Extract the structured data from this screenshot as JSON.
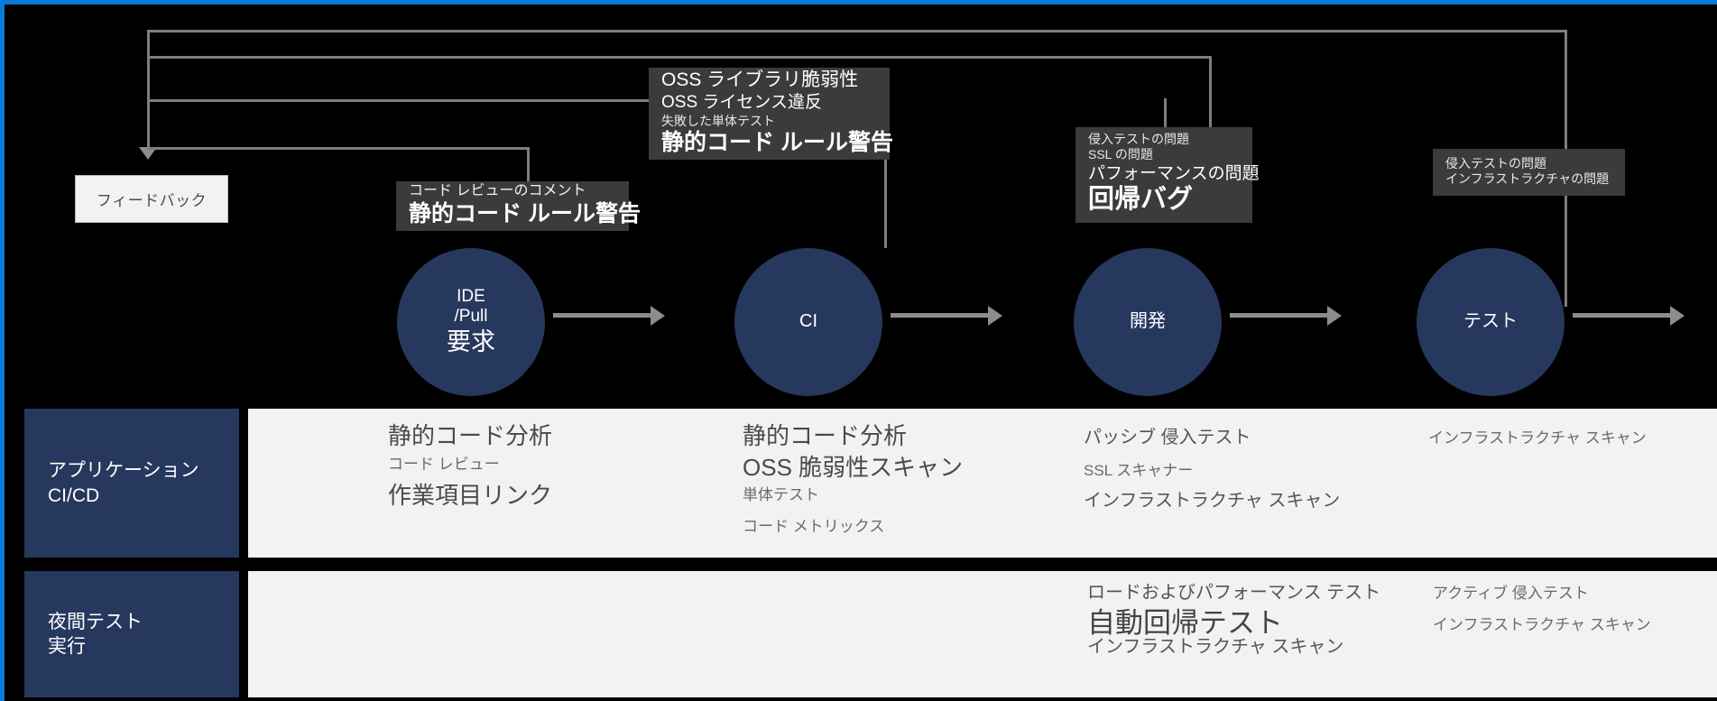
{
  "diagram": {
    "title": "DevSecOps pipeline feedback diagram",
    "colors": {
      "background": "#000000",
      "accent_border": "#0a7ad6",
      "circle_fill": "#27385e",
      "lane_label_fill": "#27385e",
      "lane_body_fill": "#f2f2f2",
      "tooltip_fill": "#3b3b3b",
      "connector": "#8c8c8c"
    }
  },
  "feedback": {
    "label": "フィードバック"
  },
  "tooltips": [
    {
      "id": "ide-pull-tooltip",
      "lines": [
        {
          "text": "コード レビューのコメント",
          "emphasis": "small"
        },
        {
          "text": "静的コード ルール警告",
          "emphasis": "large"
        }
      ]
    },
    {
      "id": "ci-tooltip",
      "lines": [
        {
          "text": "OSS ライブラリ脆弱性",
          "emphasis": "large"
        },
        {
          "text": "OSS ライセンス違反",
          "emphasis": "medium"
        },
        {
          "text": "失敗した単体テスト",
          "emphasis": "small"
        },
        {
          "text": "静的コード ルール警告",
          "emphasis": "large"
        }
      ]
    },
    {
      "id": "dev-tooltip",
      "lines": [
        {
          "text": "侵入テストの問題",
          "emphasis": "small"
        },
        {
          "text": "SSL の問題",
          "emphasis": "small"
        },
        {
          "text": "パフォーマンスの問題",
          "emphasis": "medium"
        },
        {
          "text": "回帰バグ",
          "emphasis": "xlarge"
        }
      ]
    },
    {
      "id": "test-tooltip",
      "lines": [
        {
          "text": "侵入テストの問題",
          "emphasis": "small"
        },
        {
          "text": "インフラストラクチャの問題",
          "emphasis": "small"
        }
      ]
    }
  ],
  "stages": [
    {
      "id": "ide-pull",
      "line1": "IDE",
      "line2": "/Pull",
      "line3": "要求"
    },
    {
      "id": "ci",
      "line1": "CI"
    },
    {
      "id": "dev",
      "line1": "開発"
    },
    {
      "id": "test",
      "line1": "テスト"
    }
  ],
  "lanes": [
    {
      "id": "application-cicd",
      "label_line1": "アプリケーション",
      "label_line2": "CI/CD",
      "columns": [
        {
          "id": "col-ide-pull",
          "items": [
            {
              "text": "静的コード分析",
              "emphasis": "large"
            },
            {
              "text": "コード レビュー",
              "emphasis": "small"
            },
            {
              "text": "作業項目リンク",
              "emphasis": "large"
            }
          ]
        },
        {
          "id": "col-ci",
          "items": [
            {
              "text": "静的コード分析",
              "emphasis": "large"
            },
            {
              "text": "OSS 脆弱性スキャン",
              "emphasis": "large"
            },
            {
              "text": "単体テスト",
              "emphasis": "small"
            },
            {
              "text": "コード メトリックス",
              "emphasis": "small"
            }
          ]
        },
        {
          "id": "col-dev",
          "items": [
            {
              "text": "パッシブ 侵入テスト",
              "emphasis": "medium"
            },
            {
              "text": "SSL スキャナー",
              "emphasis": "small"
            },
            {
              "text": "インフラストラクチャ スキャン",
              "emphasis": "medium"
            }
          ]
        },
        {
          "id": "col-test",
          "items": [
            {
              "text": "インフラストラクチャ スキャン",
              "emphasis": "small"
            }
          ]
        }
      ]
    },
    {
      "id": "nightly-test-run",
      "label_line1": "夜間テスト",
      "label_line2": "実行",
      "columns": [
        {
          "id": "col-ide-pull-2",
          "items": []
        },
        {
          "id": "col-ci-2",
          "items": []
        },
        {
          "id": "col-dev-2",
          "items": [
            {
              "text": "ロードおよびパフォーマンス テスト",
              "emphasis": "medium"
            },
            {
              "text": "自動回帰テスト",
              "emphasis": "xlarge"
            },
            {
              "text": "インフラストラクチャ スキャン",
              "emphasis": "medium"
            }
          ]
        },
        {
          "id": "col-test-2",
          "items": [
            {
              "text": "アクティブ 侵入テスト",
              "emphasis": "small"
            },
            {
              "text": "インフラストラクチャ スキャン",
              "emphasis": "small"
            }
          ]
        }
      ]
    }
  ]
}
